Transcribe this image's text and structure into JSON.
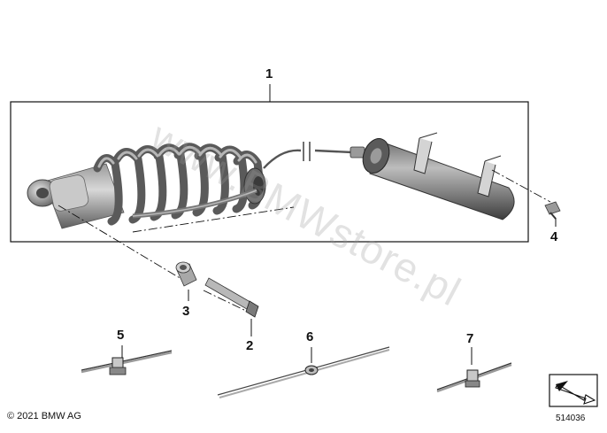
{
  "callouts": {
    "c1": "1",
    "c2": "2",
    "c3": "3",
    "c4": "4",
    "c5": "5",
    "c6": "6",
    "c7": "7"
  },
  "footer": {
    "copyright": "© 2021 BMW AG",
    "document_number": "514036"
  },
  "watermark": "www.BMWstore.pl",
  "icons": {
    "view_direction": "view-direction-arrow-icon"
  },
  "colors": {
    "line": "#111111",
    "part_gray": "#8a8a8a",
    "part_dark": "#4a4a4a",
    "watermark": "#969696"
  }
}
